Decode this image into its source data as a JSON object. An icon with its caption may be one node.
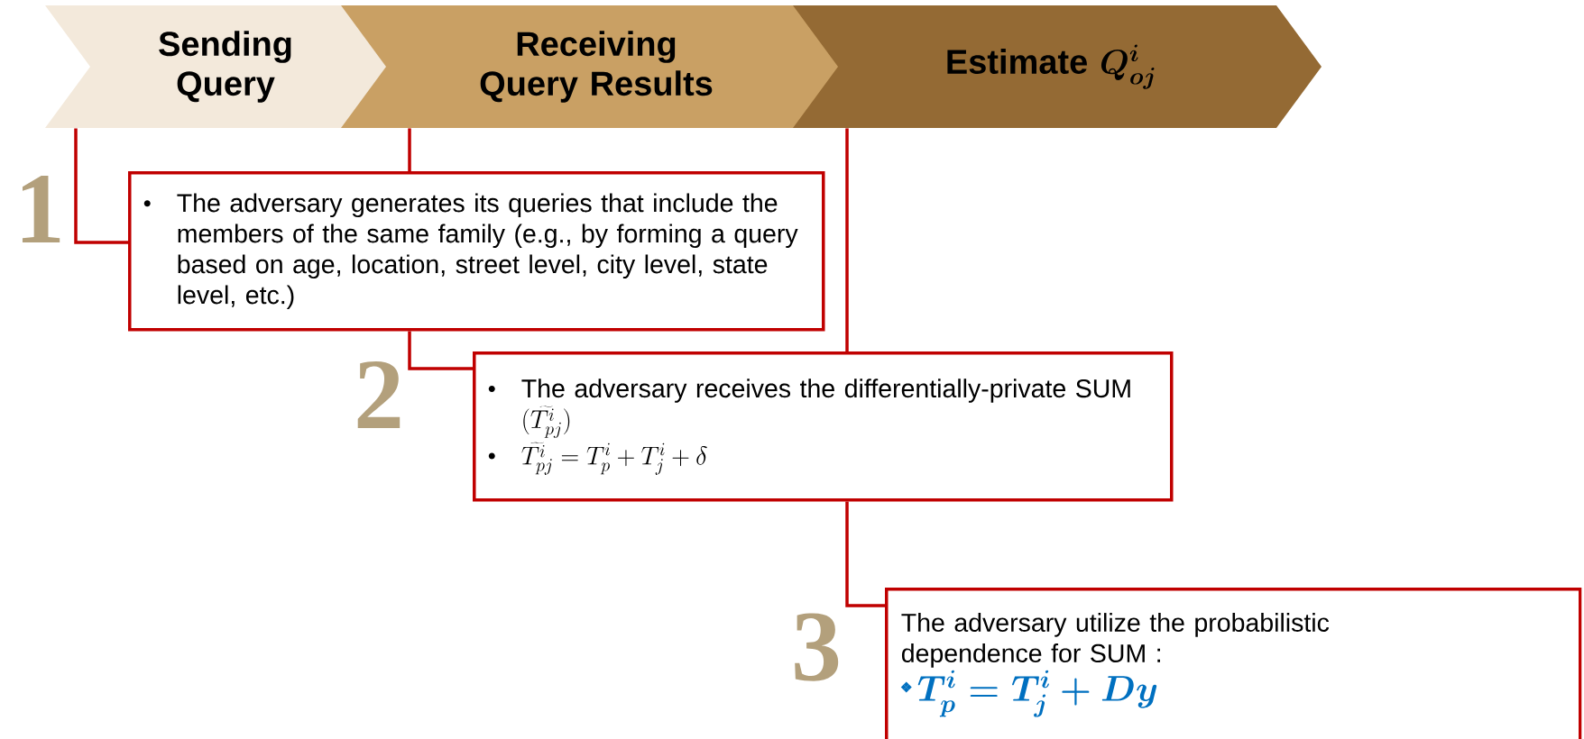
{
  "diagram": {
    "nodes": [
      {
        "text": [
          "Sending Query"
        ]
      },
      {
        "text": [
          "Receiving Query Results"
        ]
      },
      {
        "text": [
          "Estimate",
          "Q_{oj}^{i}"
        ]
      },
      {
        "text": [
          "The adversary generates its queries that include the members of the same family (e.g., by forming a query based on age, location, street level, city level, state level, etc.)"
        ]
      },
      {
        "text": [
          "The adversary receives the differentially-private SUM",
          "(\\widetilde{T_{pj}^{i}})",
          "\\widetilde{T_{pj}^{i}} = T_{p}^{i} + T_{j}^{i} + \\delta"
        ]
      },
      {
        "text": [
          "The adversary utilize the probabilistic dependence for SUM :",
          "T_{p}^{i} = T_{j}^{i} + Dy"
        ]
      }
    ],
    "edges": [
      {
        "from": 0,
        "to": 3,
        "arrow": "none"
      },
      {
        "from": 1,
        "to": 3,
        "arrow": "none"
      },
      {
        "from": 3,
        "to": 4,
        "arrow": "none"
      },
      {
        "from": 2,
        "to": 4,
        "arrow": "none"
      },
      {
        "from": 4,
        "to": 5,
        "arrow": "none"
      }
    ],
    "labels": [
      "1",
      "2",
      "3"
    ]
  }
}
